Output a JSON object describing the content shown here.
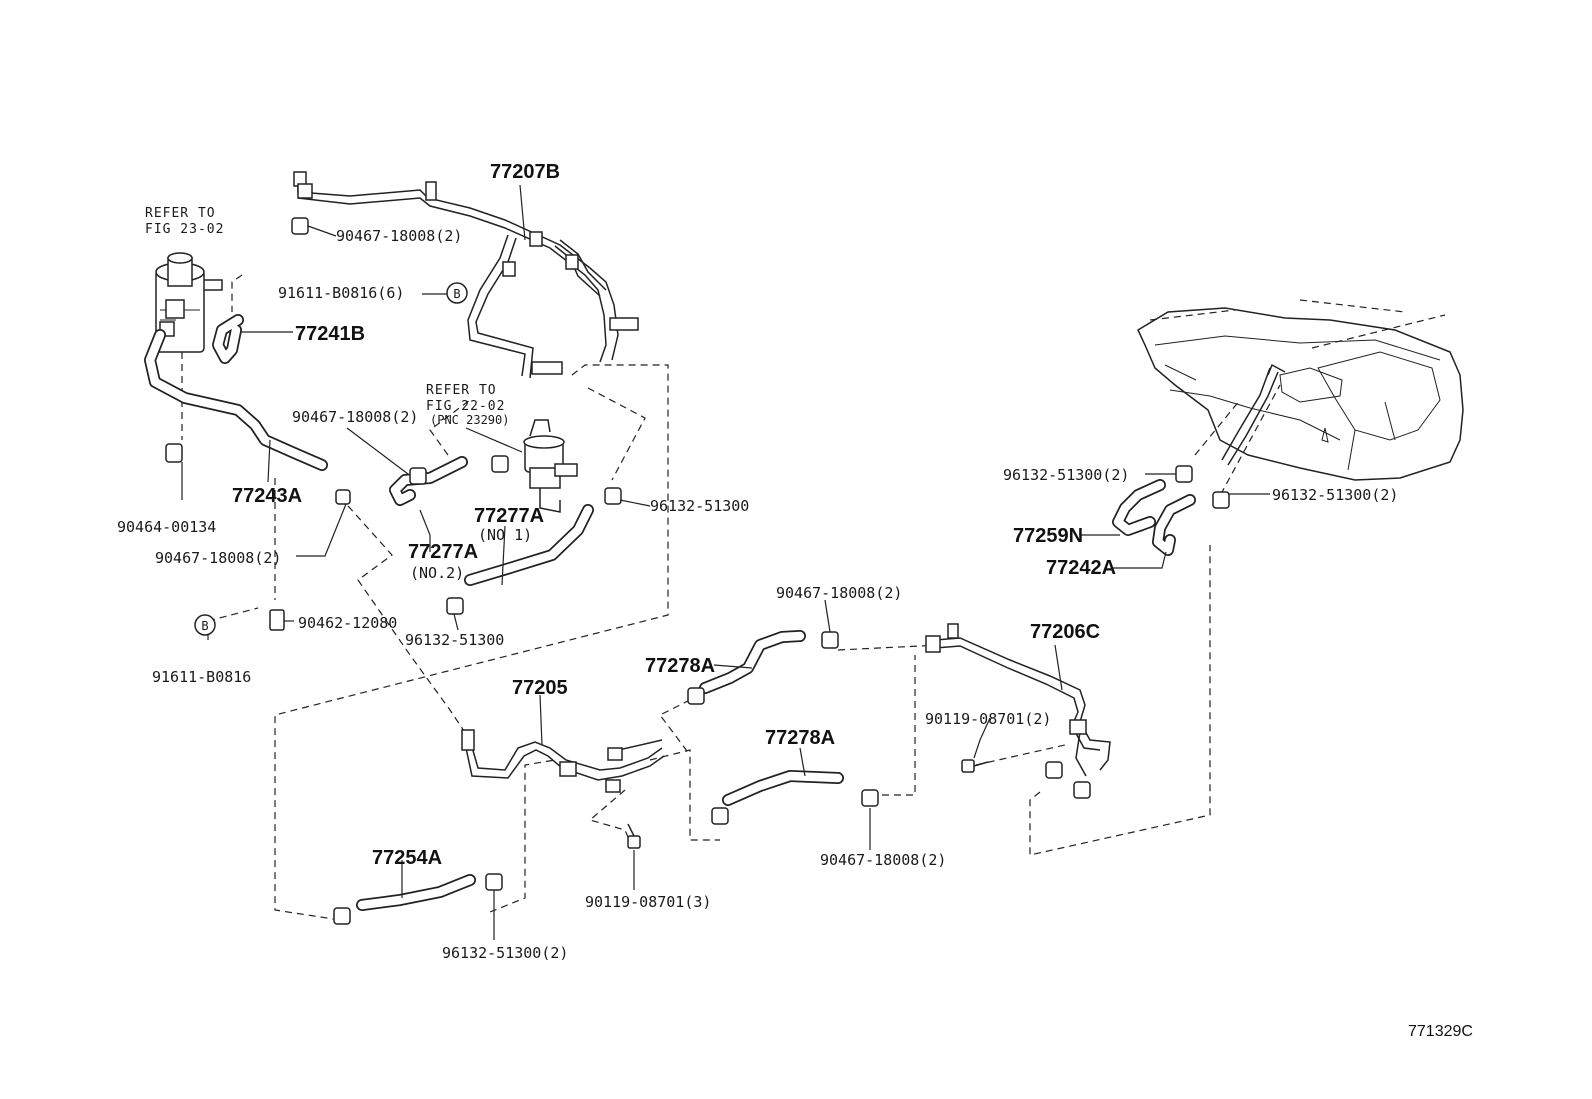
{
  "labels": {
    "p77207B": "77207B",
    "refer_fig23_l1": "REFER TO",
    "refer_fig23_l2": "FIG 23-02",
    "p90467_top": "90467-18008(2)",
    "p91611_6": "91611-B0816(6)",
    "b_top": "B",
    "p77241B": "77241B",
    "refer_fig22_l1": "REFER TO",
    "refer_fig22_l2": "FIG 22-02",
    "refer_fig22_l3": "(PNC 23290)",
    "p90467_mid": "90467-18008(2)",
    "p77243A": "77243A",
    "p90464": "90464-00134",
    "p77277A_no1": "77277A",
    "no1": "(NO 1)",
    "p77277A_no2": "77277A",
    "no2": "(NO.2)",
    "p96132_mid": "96132-51300",
    "p90467_left": "90467-18008(2)",
    "p90462": "90462-12080",
    "b_bottom": "B",
    "p91611": "91611-B0816",
    "p96132_low": "96132-51300",
    "p96132_tank_left": "96132-51300(2)",
    "p96132_tank_right": "96132-51300(2)",
    "p77259N": "77259N",
    "p77242A": "77242A",
    "p90467_right": "90467-18008(2)",
    "p77206C": "77206C",
    "p77278A_top": "77278A",
    "p77205": "77205",
    "p90119_right": "90119-08701(2)",
    "p77278A_low": "77278A",
    "p90467_bottom": "90467-18008(2)",
    "p77254A": "77254A",
    "p90119_bottom": "90119-08701(3)",
    "p96132_bottom": "96132-51300(2)",
    "diagram_id": "771329C"
  }
}
